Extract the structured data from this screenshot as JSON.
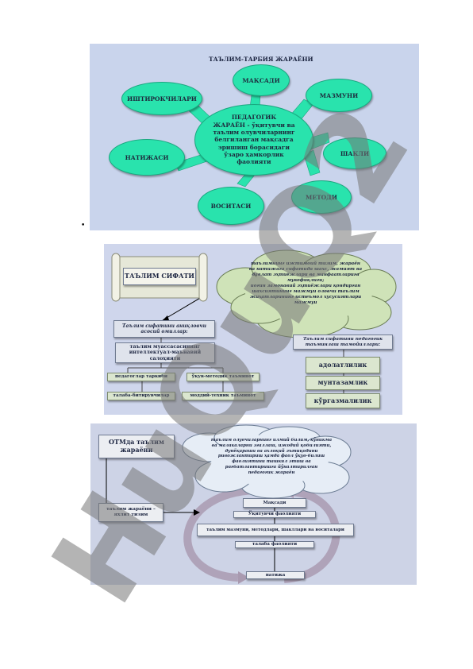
{
  "diagram1": {
    "title": "ТАЪЛИМ-ТАРБИЯ ЖАРАЁНИ",
    "center": "ПЕДАГОГИК ЖАРАЁН - ўқитувчи ва таълим олувчиларнинг белгиланган мақсадга эришиш борасидаги ўзаро ҳамкорлик фаолияти",
    "center_lines": [
      "ПЕДАГОГИК",
      "ЖАРАЁН -  ўқитувчи ва",
      "таълим олувчиларнинг",
      "белгиланган мақсадга",
      "эришиш борасидаги",
      "ўзаро ҳамкорлик",
      "фаолияти"
    ],
    "nodes": {
      "maqsadi": "МАҚСАДИ",
      "ishtirokchilari": "ИШТИРОКЧИЛАРИ",
      "mazmuni": "МАЗМУНИ",
      "shakli": "ШАКЛИ",
      "metodi": "МЕТОДИ",
      "vositasi": "ВОСИТАСИ",
      "natijasi": "НАТИЖАСИ"
    },
    "colors": {
      "node_fill": "#29e3ad",
      "background": "#c9d4ec"
    }
  },
  "diagram2": {
    "scroll_title": "ТАЪЛИМ СИФАТИ",
    "cloud_text": "таълимнинг ижтимоий тизим, жараён\nва натижага сифатида шахс, жамият ва\nдавлат эҳтиёжлари ва манфаатларига\nмувофиқлиги;\nиоғин замонавий эҳтиёжлари қондирган\nшахсиятининг мажмуи оловчи таълим\nжиҳатларининг истеъмол хусусиятлари\nмажмуи",
    "left_header": "Таълим сифатини аниқловчи асосий омиллар:",
    "left_main": "таълим муассасасининг интеллектуал-маънавий салоҳияти",
    "left_items": [
      "педагоглар таркиби",
      "ўқув-методик таъминот",
      "талаба-битирувчилар",
      "моддий-техник таъминот"
    ],
    "right_header": "Таълим сифатини педагогик таъминлаш тамойиллари:",
    "right_items": [
      "адолатлилик",
      "мунтазамлик",
      "кўргазмалилик"
    ]
  },
  "diagram3": {
    "title": "ОТМда таълим жараёни",
    "cloud_text": "таълим олувчиларнинг илмий билим, кўникма\nва малакаларни эгаллаш, ижодий қобилияти,\nдунёқараши ва ахлоқий эътиқодини\nривожлантириш ҳамда фаол ўқув-билиш\nфаолиятини ташкил этиш ва\nрағбатлантиришга йўналтирилган\nпедагогик жараён",
    "left_box": "таълим жараёни – яхлит тизим",
    "chain": [
      "Мақсади",
      "Ўқитувчи фаолияти",
      "таълим мазмуни, методлари, шакллари ва воситалари",
      "талаба фаолияти",
      "натижа"
    ]
  },
  "watermark": "HuQuQ2"
}
